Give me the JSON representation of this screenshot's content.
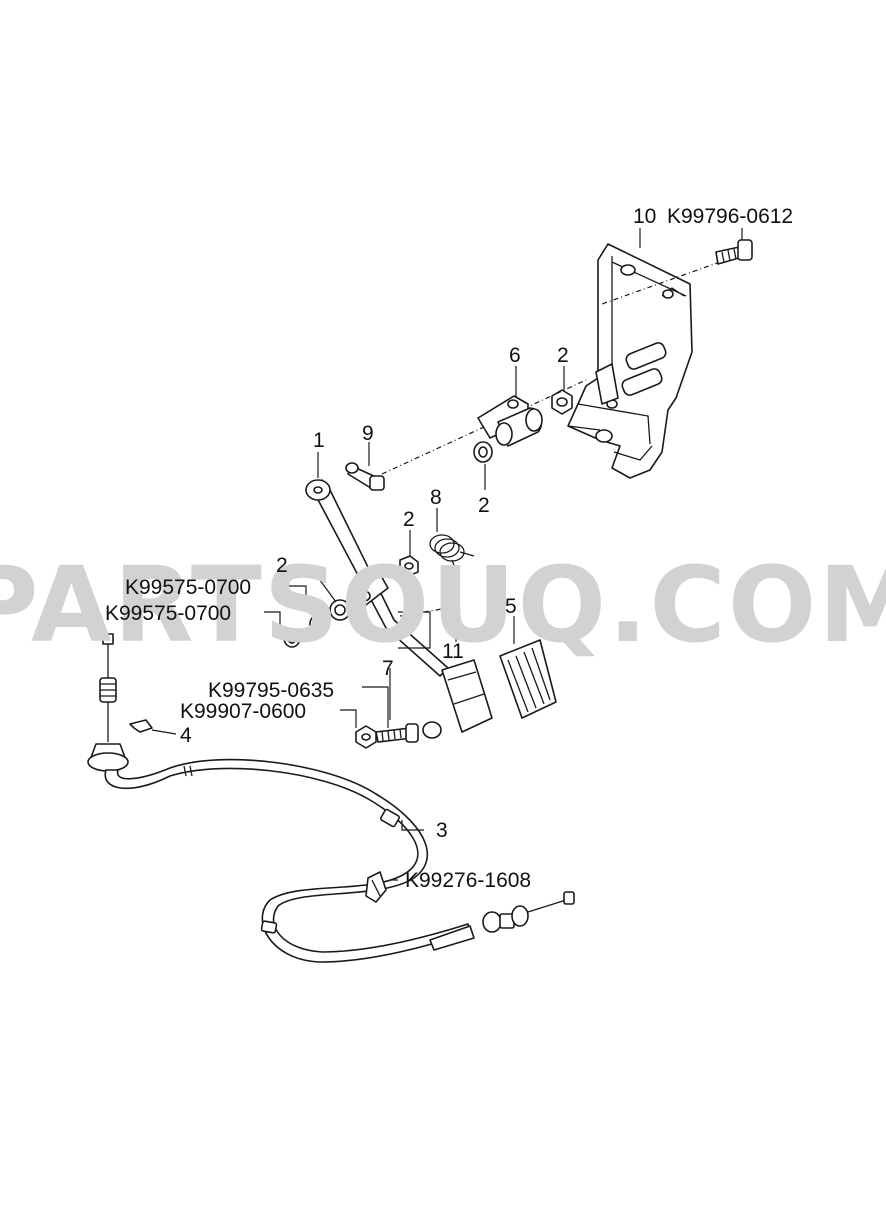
{
  "watermark": "PARTSOUQ.COM",
  "callouts": [
    {
      "key": "c10",
      "text": "10"
    },
    {
      "key": "p10",
      "text": "K99796-0612"
    },
    {
      "key": "c6",
      "text": "6"
    },
    {
      "key": "c2a",
      "text": "2"
    },
    {
      "key": "c1",
      "text": "1"
    },
    {
      "key": "c9",
      "text": "9"
    },
    {
      "key": "c8",
      "text": "8"
    },
    {
      "key": "c2b",
      "text": "2"
    },
    {
      "key": "c2c",
      "text": "2"
    },
    {
      "key": "c2d",
      "text": "2"
    },
    {
      "key": "p1",
      "text": "K99575-0700"
    },
    {
      "key": "p2",
      "text": "K99575-0700"
    },
    {
      "key": "c5",
      "text": "5"
    },
    {
      "key": "c11",
      "text": "11"
    },
    {
      "key": "c7",
      "text": "7"
    },
    {
      "key": "p3",
      "text": "K99795-0635"
    },
    {
      "key": "p4",
      "text": "K99907-0600"
    },
    {
      "key": "c4",
      "text": "4"
    },
    {
      "key": "c3",
      "text": "3"
    },
    {
      "key": "p5",
      "text": "K99276-1608"
    }
  ]
}
